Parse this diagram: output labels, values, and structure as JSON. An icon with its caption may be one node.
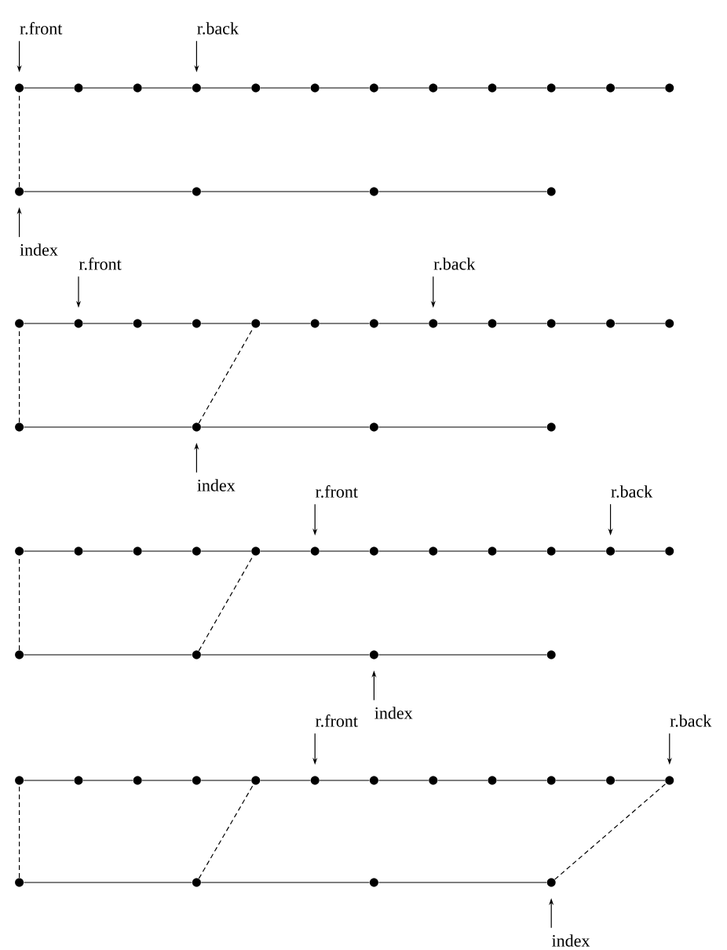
{
  "diagram": {
    "nodes": [
      {
        "text": [
          "r.front"
        ]
      },
      {
        "text": [
          "r.back"
        ]
      },
      {
        "text": [],
        "shape": "circle"
      },
      {
        "text": [],
        "shape": "circle"
      },
      {
        "text": [],
        "shape": "circle"
      },
      {
        "text": [],
        "shape": "circle"
      },
      {
        "text": [],
        "shape": "circle"
      },
      {
        "text": [],
        "shape": "circle"
      },
      {
        "text": [],
        "shape": "circle"
      },
      {
        "text": [],
        "shape": "circle"
      },
      {
        "text": [],
        "shape": "circle"
      },
      {
        "text": [],
        "shape": "circle"
      },
      {
        "text": [],
        "shape": "circle"
      },
      {
        "text": [],
        "shape": "circle"
      },
      {
        "text": [],
        "shape": "circle"
      },
      {
        "text": [],
        "shape": "circle"
      },
      {
        "text": [],
        "shape": "circle"
      },
      {
        "text": [],
        "shape": "circle"
      },
      {
        "text": [
          "index"
        ]
      },
      {
        "text": [
          "r.front"
        ]
      },
      {
        "text": [
          "r.back"
        ]
      },
      {
        "text": [],
        "shape": "circle"
      },
      {
        "text": [],
        "shape": "circle"
      },
      {
        "text": [],
        "shape": "circle"
      },
      {
        "text": [],
        "shape": "circle"
      },
      {
        "text": [],
        "shape": "circle"
      },
      {
        "text": [],
        "shape": "circle"
      },
      {
        "text": [],
        "shape": "circle"
      },
      {
        "text": [],
        "shape": "circle"
      },
      {
        "text": [],
        "shape": "circle"
      },
      {
        "text": [],
        "shape": "circle"
      },
      {
        "text": [],
        "shape": "circle"
      },
      {
        "text": [],
        "shape": "circle"
      },
      {
        "text": [],
        "shape": "circle"
      },
      {
        "text": [],
        "shape": "circle"
      },
      {
        "text": [],
        "shape": "circle"
      },
      {
        "text": [],
        "shape": "circle"
      },
      {
        "text": [
          "index"
        ]
      },
      {
        "text": [
          "r.front"
        ]
      },
      {
        "text": [
          "r.back"
        ]
      },
      {
        "text": [],
        "shape": "circle"
      },
      {
        "text": [],
        "shape": "circle"
      },
      {
        "text": [],
        "shape": "circle"
      },
      {
        "text": [],
        "shape": "circle"
      },
      {
        "text": [],
        "shape": "circle"
      },
      {
        "text": [],
        "shape": "circle"
      },
      {
        "text": [],
        "shape": "circle"
      },
      {
        "text": [],
        "shape": "circle"
      },
      {
        "text": [],
        "shape": "circle"
      },
      {
        "text": [],
        "shape": "circle"
      },
      {
        "text": [],
        "shape": "circle"
      },
      {
        "text": [],
        "shape": "circle"
      },
      {
        "text": [],
        "shape": "circle"
      },
      {
        "text": [],
        "shape": "circle"
      },
      {
        "text": [],
        "shape": "circle"
      },
      {
        "text": [],
        "shape": "circle"
      },
      {
        "text": [
          "index"
        ]
      },
      {
        "text": [
          "r.front"
        ]
      },
      {
        "text": [
          "r.back"
        ]
      },
      {
        "text": [],
        "shape": "circle"
      },
      {
        "text": [],
        "shape": "circle"
      },
      {
        "text": [],
        "shape": "circle"
      },
      {
        "text": [],
        "shape": "circle"
      },
      {
        "text": [],
        "shape": "circle"
      },
      {
        "text": [],
        "shape": "circle"
      },
      {
        "text": [],
        "shape": "circle"
      },
      {
        "text": [],
        "shape": "circle"
      },
      {
        "text": [],
        "shape": "circle"
      },
      {
        "text": [],
        "shape": "circle"
      },
      {
        "text": [],
        "shape": "circle"
      },
      {
        "text": [],
        "shape": "circle"
      },
      {
        "text": [],
        "shape": "circle"
      },
      {
        "text": [],
        "shape": "circle"
      },
      {
        "text": [],
        "shape": "circle"
      },
      {
        "text": [],
        "shape": "circle"
      },
      {
        "text": [
          "index"
        ]
      }
    ],
    "edges": [
      {
        "from": 2,
        "to": 3,
        "arrow": "none"
      },
      {
        "from": 3,
        "to": 4,
        "arrow": "none"
      },
      {
        "from": 4,
        "to": 5,
        "arrow": "none"
      },
      {
        "from": 5,
        "to": 6,
        "arrow": "none"
      },
      {
        "from": 6,
        "to": 7,
        "arrow": "none"
      },
      {
        "from": 7,
        "to": 8,
        "arrow": "none"
      },
      {
        "from": 8,
        "to": 9,
        "arrow": "none"
      },
      {
        "from": 9,
        "to": 10,
        "arrow": "none"
      },
      {
        "from": 10,
        "to": 11,
        "arrow": "none"
      },
      {
        "from": 11,
        "to": 12,
        "arrow": "none"
      },
      {
        "from": 12,
        "to": 13,
        "arrow": "none"
      },
      {
        "from": 14,
        "to": 15,
        "arrow": "none"
      },
      {
        "from": 15,
        "to": 16,
        "arrow": "none"
      },
      {
        "from": 16,
        "to": 17,
        "arrow": "none"
      },
      {
        "from": 14,
        "to": 2,
        "arrow": "none",
        "style": "dashed"
      },
      {
        "from": 0,
        "to": 2,
        "arrow": "to"
      },
      {
        "from": 1,
        "to": 5,
        "arrow": "to"
      },
      {
        "from": 18,
        "to": 14,
        "arrow": "to"
      },
      {
        "from": 21,
        "to": 22,
        "arrow": "none"
      },
      {
        "from": 22,
        "to": 23,
        "arrow": "none"
      },
      {
        "from": 23,
        "to": 24,
        "arrow": "none"
      },
      {
        "from": 24,
        "to": 25,
        "arrow": "none"
      },
      {
        "from": 25,
        "to": 26,
        "arrow": "none"
      },
      {
        "from": 26,
        "to": 27,
        "arrow": "none"
      },
      {
        "from": 27,
        "to": 28,
        "arrow": "none"
      },
      {
        "from": 28,
        "to": 29,
        "arrow": "none"
      },
      {
        "from": 29,
        "to": 30,
        "arrow": "none"
      },
      {
        "from": 30,
        "to": 31,
        "arrow": "none"
      },
      {
        "from": 31,
        "to": 32,
        "arrow": "none"
      },
      {
        "from": 33,
        "to": 34,
        "arrow": "none"
      },
      {
        "from": 34,
        "to": 35,
        "arrow": "none"
      },
      {
        "from": 35,
        "to": 36,
        "arrow": "none"
      },
      {
        "from": 33,
        "to": 21,
        "arrow": "none",
        "style": "dashed"
      },
      {
        "from": 34,
        "to": 25,
        "arrow": "none",
        "style": "dashed"
      },
      {
        "from": 19,
        "to": 22,
        "arrow": "to"
      },
      {
        "from": 20,
        "to": 28,
        "arrow": "to"
      },
      {
        "from": 37,
        "to": 34,
        "arrow": "to"
      },
      {
        "from": 40,
        "to": 41,
        "arrow": "none"
      },
      {
        "from": 41,
        "to": 42,
        "arrow": "none"
      },
      {
        "from": 42,
        "to": 43,
        "arrow": "none"
      },
      {
        "from": 43,
        "to": 44,
        "arrow": "none"
      },
      {
        "from": 44,
        "to": 45,
        "arrow": "none"
      },
      {
        "from": 45,
        "to": 46,
        "arrow": "none"
      },
      {
        "from": 46,
        "to": 47,
        "arrow": "none"
      },
      {
        "from": 47,
        "to": 48,
        "arrow": "none"
      },
      {
        "from": 48,
        "to": 49,
        "arrow": "none"
      },
      {
        "from": 49,
        "to": 50,
        "arrow": "none"
      },
      {
        "from": 50,
        "to": 51,
        "arrow": "none"
      },
      {
        "from": 52,
        "to": 53,
        "arrow": "none"
      },
      {
        "from": 53,
        "to": 54,
        "arrow": "none"
      },
      {
        "from": 54,
        "to": 55,
        "arrow": "none"
      },
      {
        "from": 52,
        "to": 40,
        "arrow": "none",
        "style": "dashed"
      },
      {
        "from": 53,
        "to": 44,
        "arrow": "none",
        "style": "dashed"
      },
      {
        "from": 38,
        "to": 45,
        "arrow": "to"
      },
      {
        "from": 39,
        "to": 50,
        "arrow": "to"
      },
      {
        "from": 56,
        "to": 54,
        "arrow": "to"
      },
      {
        "from": 59,
        "to": 60,
        "arrow": "none"
      },
      {
        "from": 60,
        "to": 61,
        "arrow": "none"
      },
      {
        "from": 61,
        "to": 62,
        "arrow": "none"
      },
      {
        "from": 62,
        "to": 63,
        "arrow": "none"
      },
      {
        "from": 63,
        "to": 64,
        "arrow": "none"
      },
      {
        "from": 64,
        "to": 65,
        "arrow": "none"
      },
      {
        "from": 65,
        "to": 66,
        "arrow": "none"
      },
      {
        "from": 66,
        "to": 67,
        "arrow": "none"
      },
      {
        "from": 67,
        "to": 68,
        "arrow": "none"
      },
      {
        "from": 68,
        "to": 69,
        "arrow": "none"
      },
      {
        "from": 69,
        "to": 70,
        "arrow": "none"
      },
      {
        "from": 71,
        "to": 72,
        "arrow": "none"
      },
      {
        "from": 72,
        "to": 73,
        "arrow": "none"
      },
      {
        "from": 73,
        "to": 74,
        "arrow": "none"
      },
      {
        "from": 71,
        "to": 59,
        "arrow": "none",
        "style": "dashed"
      },
      {
        "from": 72,
        "to": 63,
        "arrow": "none",
        "style": "dashed"
      },
      {
        "from": 74,
        "to": 70,
        "arrow": "none",
        "style": "dashed"
      },
      {
        "from": 57,
        "to": 64,
        "arrow": "to"
      },
      {
        "from": 58,
        "to": 70,
        "arrow": "to"
      },
      {
        "from": 75,
        "to": 74,
        "arrow": "to"
      }
    ]
  }
}
